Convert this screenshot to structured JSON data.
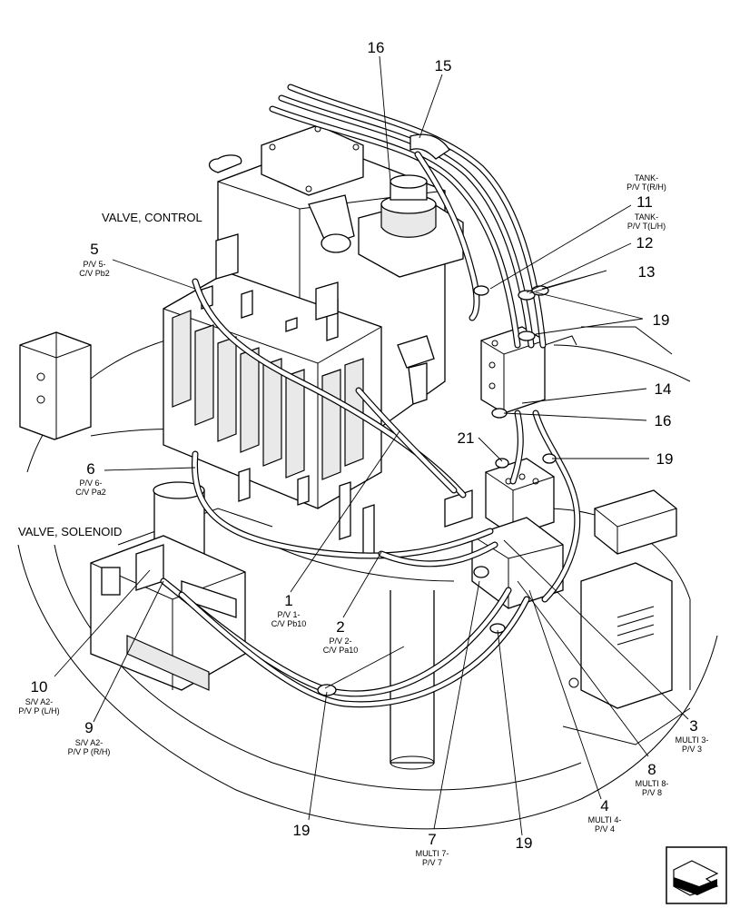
{
  "headings": {
    "control_valve": "VALVE, CONTROL",
    "solenoid_valve": "VALVE, SOLENOID"
  },
  "callouts": [
    {
      "id": "c16a",
      "num": "16",
      "desc": []
    },
    {
      "id": "c15",
      "num": "15",
      "desc": []
    },
    {
      "id": "c11",
      "num": "11",
      "desc": [
        "TANK-",
        "P/V T(R/H)",
        "TANK-",
        "P/V T(L/H)"
      ]
    },
    {
      "id": "c12",
      "num": "12",
      "desc": []
    },
    {
      "id": "c13",
      "num": "13",
      "desc": []
    },
    {
      "id": "c19a",
      "num": "19",
      "desc": []
    },
    {
      "id": "c14",
      "num": "14",
      "desc": []
    },
    {
      "id": "c16b",
      "num": "16",
      "desc": []
    },
    {
      "id": "c19b",
      "num": "19",
      "desc": []
    },
    {
      "id": "c21",
      "num": "21",
      "desc": []
    },
    {
      "id": "c5",
      "num": "5",
      "desc": [
        "P/V 5-",
        "C/V Pb2"
      ]
    },
    {
      "id": "c6",
      "num": "6",
      "desc": [
        "P/V 6-",
        "C/V Pa2"
      ]
    },
    {
      "id": "c1",
      "num": "1",
      "desc": [
        "P/V 1-",
        "C/V Pb10"
      ]
    },
    {
      "id": "c2",
      "num": "2",
      "desc": [
        "P/V 2-",
        "C/V Pa10"
      ]
    },
    {
      "id": "c10",
      "num": "10",
      "desc": [
        "S/V A2-",
        "P/V P (L/H)"
      ]
    },
    {
      "id": "c9",
      "num": "9",
      "desc": [
        "S/V A2-",
        "P/V P (R/H)"
      ]
    },
    {
      "id": "c3",
      "num": "3",
      "desc": [
        "MULTI 3-",
        "P/V 3"
      ]
    },
    {
      "id": "c8",
      "num": "8",
      "desc": [
        "MULTI 8-",
        "P/V 8"
      ]
    },
    {
      "id": "c4",
      "num": "4",
      "desc": [
        "MULTI 4-",
        "P/V 4"
      ]
    },
    {
      "id": "c7",
      "num": "7",
      "desc": [
        "MULTI 7-",
        "P/V 7"
      ]
    },
    {
      "id": "c19c",
      "num": "19",
      "desc": []
    },
    {
      "id": "c19d",
      "num": "19",
      "desc": []
    }
  ],
  "icons": {
    "corner": "next-page-arrow-icon"
  }
}
